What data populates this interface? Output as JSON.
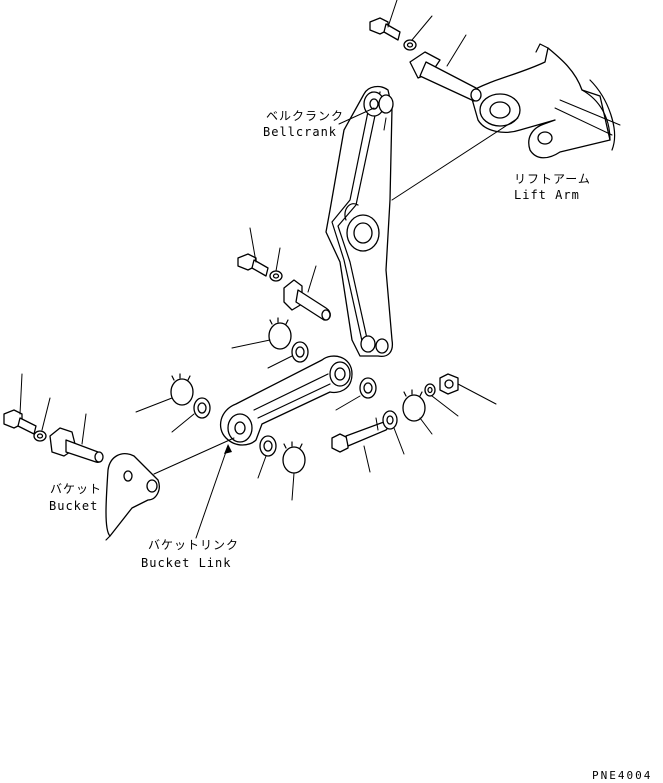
{
  "labels": {
    "bellcrank_jp": "ベルクランク",
    "bellcrank_en": "Bellcrank",
    "lift_arm_jp": "リフトアーム",
    "lift_arm_en": "Lift Arm",
    "bucket_jp": "バケット",
    "bucket_en": "Bucket",
    "bucket_link_jp": "バケットリンク",
    "bucket_link_en": "Bucket Link"
  },
  "figure_code": "PNE4004"
}
